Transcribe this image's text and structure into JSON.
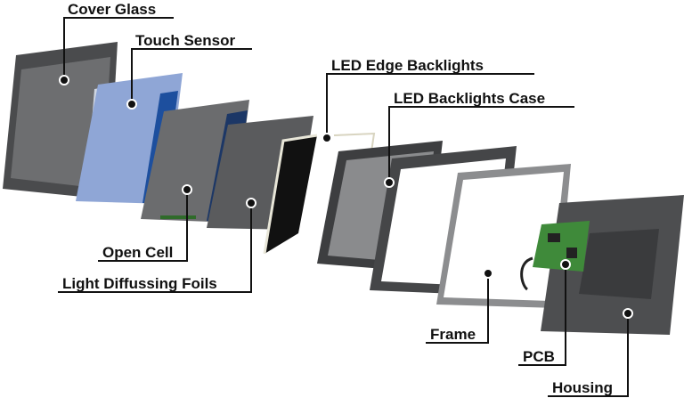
{
  "labels": {
    "cover_glass": "Cover Glass",
    "touch_sensor": "Touch Sensor",
    "led_edge_backlights": "LED Edge Backlights",
    "led_backlights_case": "LED Backlights Case",
    "open_cell": "Open Cell",
    "light_diffusing_foils": "Light Diffussing Foils",
    "frame": "Frame",
    "pcb": "PCB",
    "housing": "Housing"
  },
  "colors": {
    "panel_dark": "#4a4b4d",
    "touch_sensor": "#8fa6d6",
    "pcb": "#3f8a3a",
    "leader": "#111111"
  }
}
